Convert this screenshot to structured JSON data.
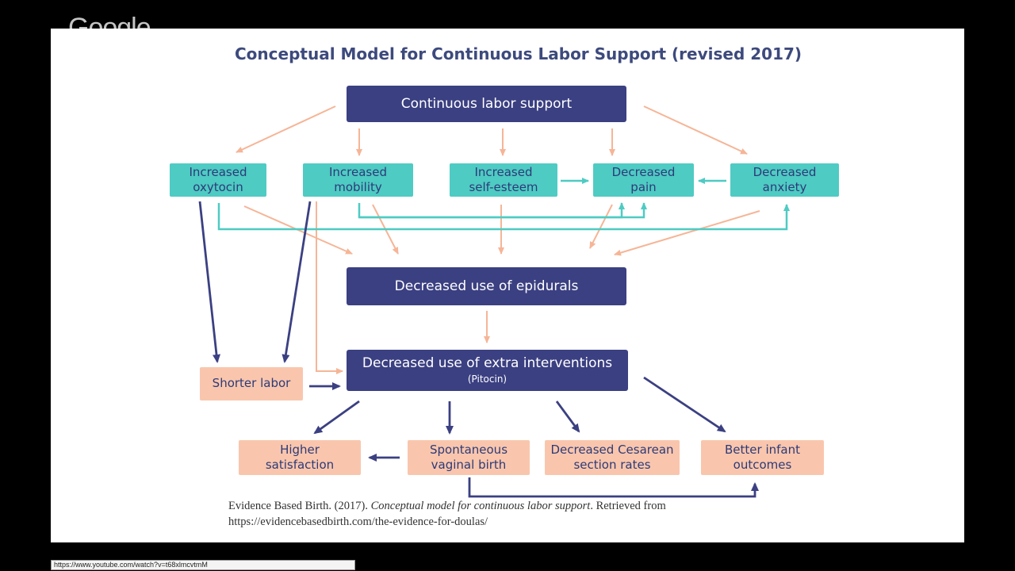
{
  "logo": "Google",
  "title": "Conceptual Model for Continuous Labor Support (revised 2017)",
  "nodes": {
    "continuous_support": "Continuous labor support",
    "increased_oxytocin": [
      "Increased",
      "oxytocin"
    ],
    "increased_mobility": [
      "Increased",
      "mobility"
    ],
    "increased_self_esteem": [
      "Increased",
      "self-esteem"
    ],
    "decreased_pain": [
      "Decreased",
      "pain"
    ],
    "decreased_anxiety": [
      "Decreased",
      "anxiety"
    ],
    "decreased_epidurals": "Decreased use of epidurals",
    "decreased_interventions": "Decreased use of extra interventions",
    "decreased_interventions_sub": "(Pitocin)",
    "shorter_labor": "Shorter labor",
    "higher_satisfaction": [
      "Higher",
      "satisfaction"
    ],
    "spontaneous_birth": [
      "Spontaneous",
      "vaginal birth"
    ],
    "decreased_cesarean": [
      "Decreased Cesarean",
      "section rates"
    ],
    "better_infant": [
      "Better infant",
      "outcomes"
    ]
  },
  "citation": {
    "author_year": "Evidence Based Birth. (2017). ",
    "work_title": "Conceptual model for continuous labor support",
    "retrieved": ". Retrieved from",
    "url": "https://evidencebasedbirth.com/the-evidence-for-doulas/"
  },
  "status_url": "https://www.youtube.com/watch?v=t68xlmcvtmM",
  "colors": {
    "navy": "#3b4082",
    "teal": "#4ecbc3",
    "peach": "#f9c6ad",
    "peach_arrow": "#f6b597"
  }
}
